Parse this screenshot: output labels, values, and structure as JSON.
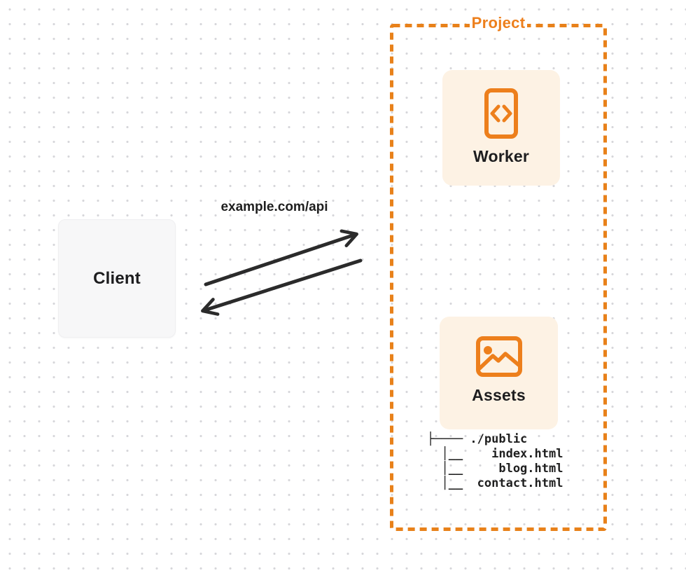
{
  "colors": {
    "accent_orange": "#ed7f1c",
    "card_background": "#fdf2e4",
    "client_background": "#f7f7f8",
    "arrow_dark": "#2b2b2b",
    "text_dark": "#1d1d1f",
    "grid_dot": "#d6d6da"
  },
  "client": {
    "label": "Client"
  },
  "request": {
    "label": "example.com/api"
  },
  "project": {
    "label": "Project",
    "worker": {
      "label": "Worker",
      "icon": "code-file-icon"
    },
    "assets": {
      "label": "Assets",
      "icon": "image-icon"
    },
    "file_tree": {
      "root": "./public",
      "files": [
        "index.html",
        "blog.html",
        "contact.html"
      ],
      "text": "├──── ./public\n  │__    index.html\n  │__     blog.html\n  │__  contact.html"
    }
  }
}
